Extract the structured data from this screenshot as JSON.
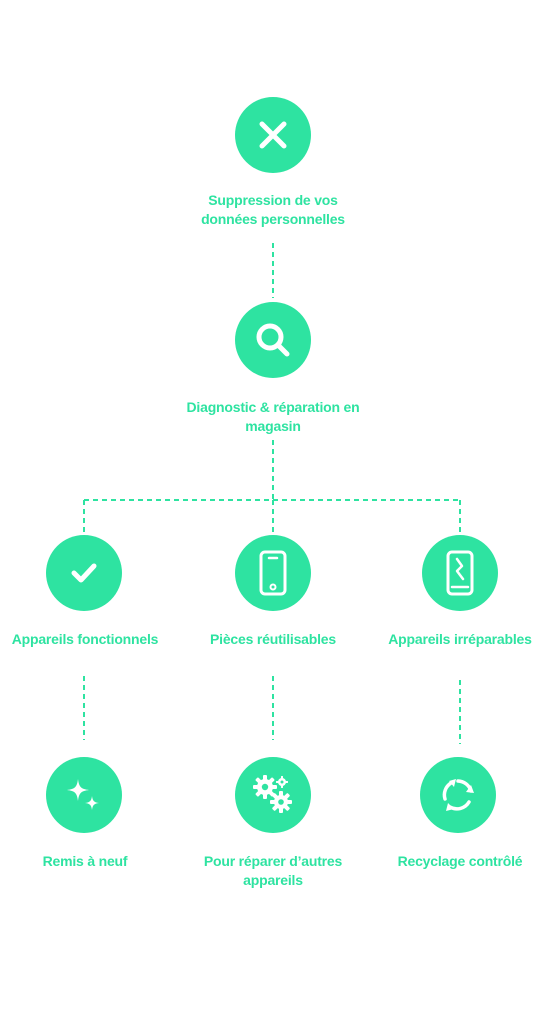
{
  "accent_color": "#2ee3a1",
  "nodes": {
    "deletion": {
      "icon": "close-icon",
      "line1": "Suppression de vos",
      "line2": "données personnelles"
    },
    "diagnostic": {
      "icon": "search-icon",
      "line1": "Diagnostic & réparation en",
      "line2": "magasin"
    },
    "working": {
      "icon": "checkmark-icon",
      "label": "Appareils fonctionnels"
    },
    "parts": {
      "icon": "smartphone-icon",
      "label": "Pièces réutilisables"
    },
    "broken": {
      "icon": "broken-phone-icon",
      "label": "Appareils irréparables"
    },
    "refurbished": {
      "icon": "sparkles-icon",
      "label": "Remis à neuf"
    },
    "repair_others": {
      "icon": "gears-icon",
      "line1": "Pour réparer d’autres",
      "line2": "appareils"
    },
    "recycling": {
      "icon": "recycle-icon",
      "label": "Recyclage contrôlé"
    }
  }
}
